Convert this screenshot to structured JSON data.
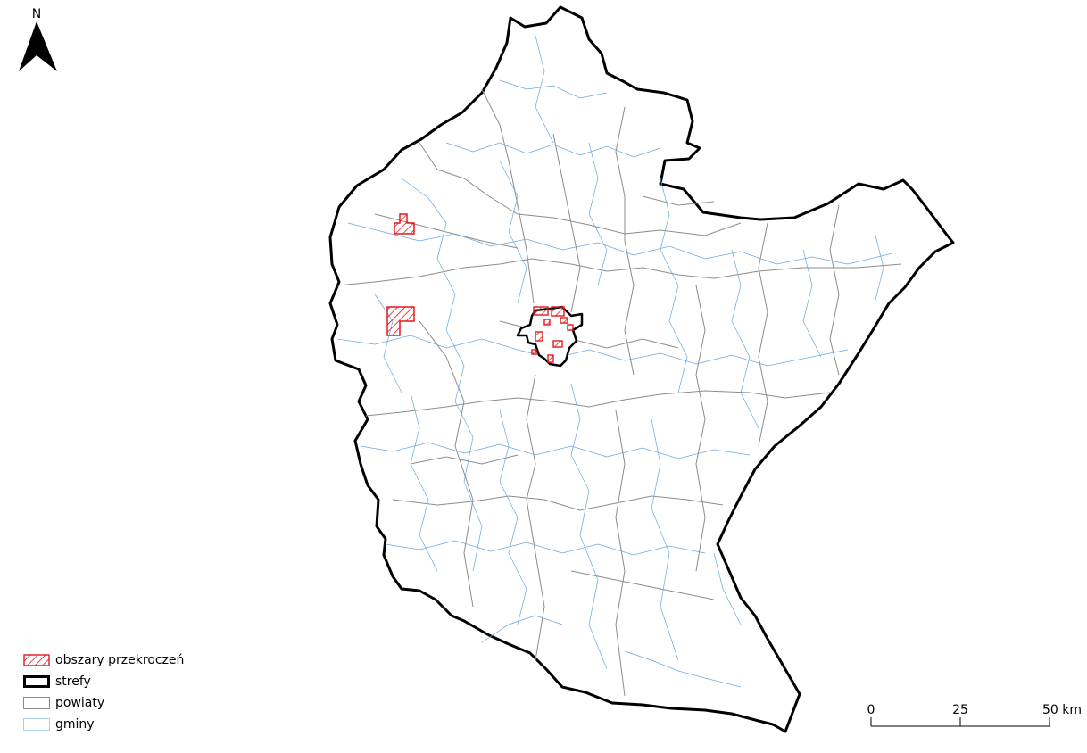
{
  "north_arrow": {
    "label": "N"
  },
  "legend": {
    "items": [
      {
        "key": "exceedance",
        "label": "obszary przekroczeń",
        "color": "#e31a1c",
        "style": "hatch"
      },
      {
        "key": "zones",
        "label": "strefy",
        "color": "#000000",
        "style": "thick-outline"
      },
      {
        "key": "counties",
        "label": "powiaty",
        "color": "#808080",
        "style": "outline"
      },
      {
        "key": "communes",
        "label": "gminy",
        "color": "#6fa8dc",
        "style": "thin-outline"
      }
    ]
  },
  "scale_bar": {
    "ticks": [
      "0",
      "25",
      "50 km"
    ]
  },
  "colors": {
    "zone_border": "#000000",
    "county_border": "#8c8c8c",
    "commune_border": "#4a90d9",
    "exceedance": "#e31a1c"
  }
}
